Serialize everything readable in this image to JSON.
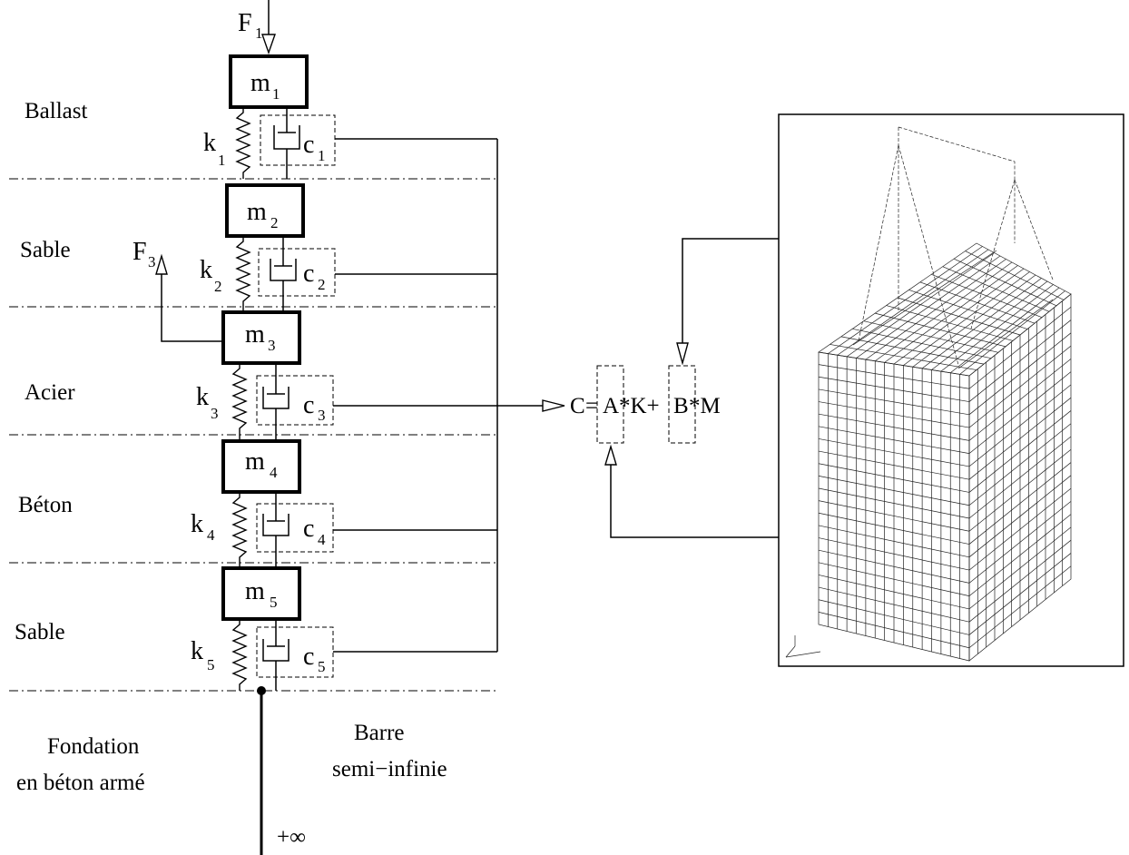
{
  "forces": {
    "f1": {
      "main": "F",
      "sub": "1"
    },
    "f3": {
      "main": "F",
      "sub": "3"
    }
  },
  "masses": [
    {
      "main": "m",
      "sub": "1"
    },
    {
      "main": "m",
      "sub": "2"
    },
    {
      "main": "m",
      "sub": "3"
    },
    {
      "main": "m",
      "sub": "4"
    },
    {
      "main": "m",
      "sub": "5"
    }
  ],
  "springs": [
    {
      "main": "k",
      "sub": "1"
    },
    {
      "main": "k",
      "sub": "2"
    },
    {
      "main": "k",
      "sub": "3"
    },
    {
      "main": "k",
      "sub": "4"
    },
    {
      "main": "k",
      "sub": "5"
    }
  ],
  "dampers": [
    {
      "main": "c",
      "sub": "1"
    },
    {
      "main": "c",
      "sub": "2"
    },
    {
      "main": "c",
      "sub": "3"
    },
    {
      "main": "c",
      "sub": "4"
    },
    {
      "main": "c",
      "sub": "5"
    }
  ],
  "layers": [
    "Ballast",
    "Sable",
    "Acier",
    "Béton",
    "Sable"
  ],
  "foundation": {
    "line1": "Fondation",
    "line2": "en béton armé"
  },
  "bar": {
    "line1": "Barre",
    "line2": "semi−infinie",
    "infinity": "+∞"
  },
  "formula": {
    "c": "C",
    "eq": "=",
    "a": "A",
    "star1": "*K+",
    "b": "B",
    "star2": "*M"
  }
}
